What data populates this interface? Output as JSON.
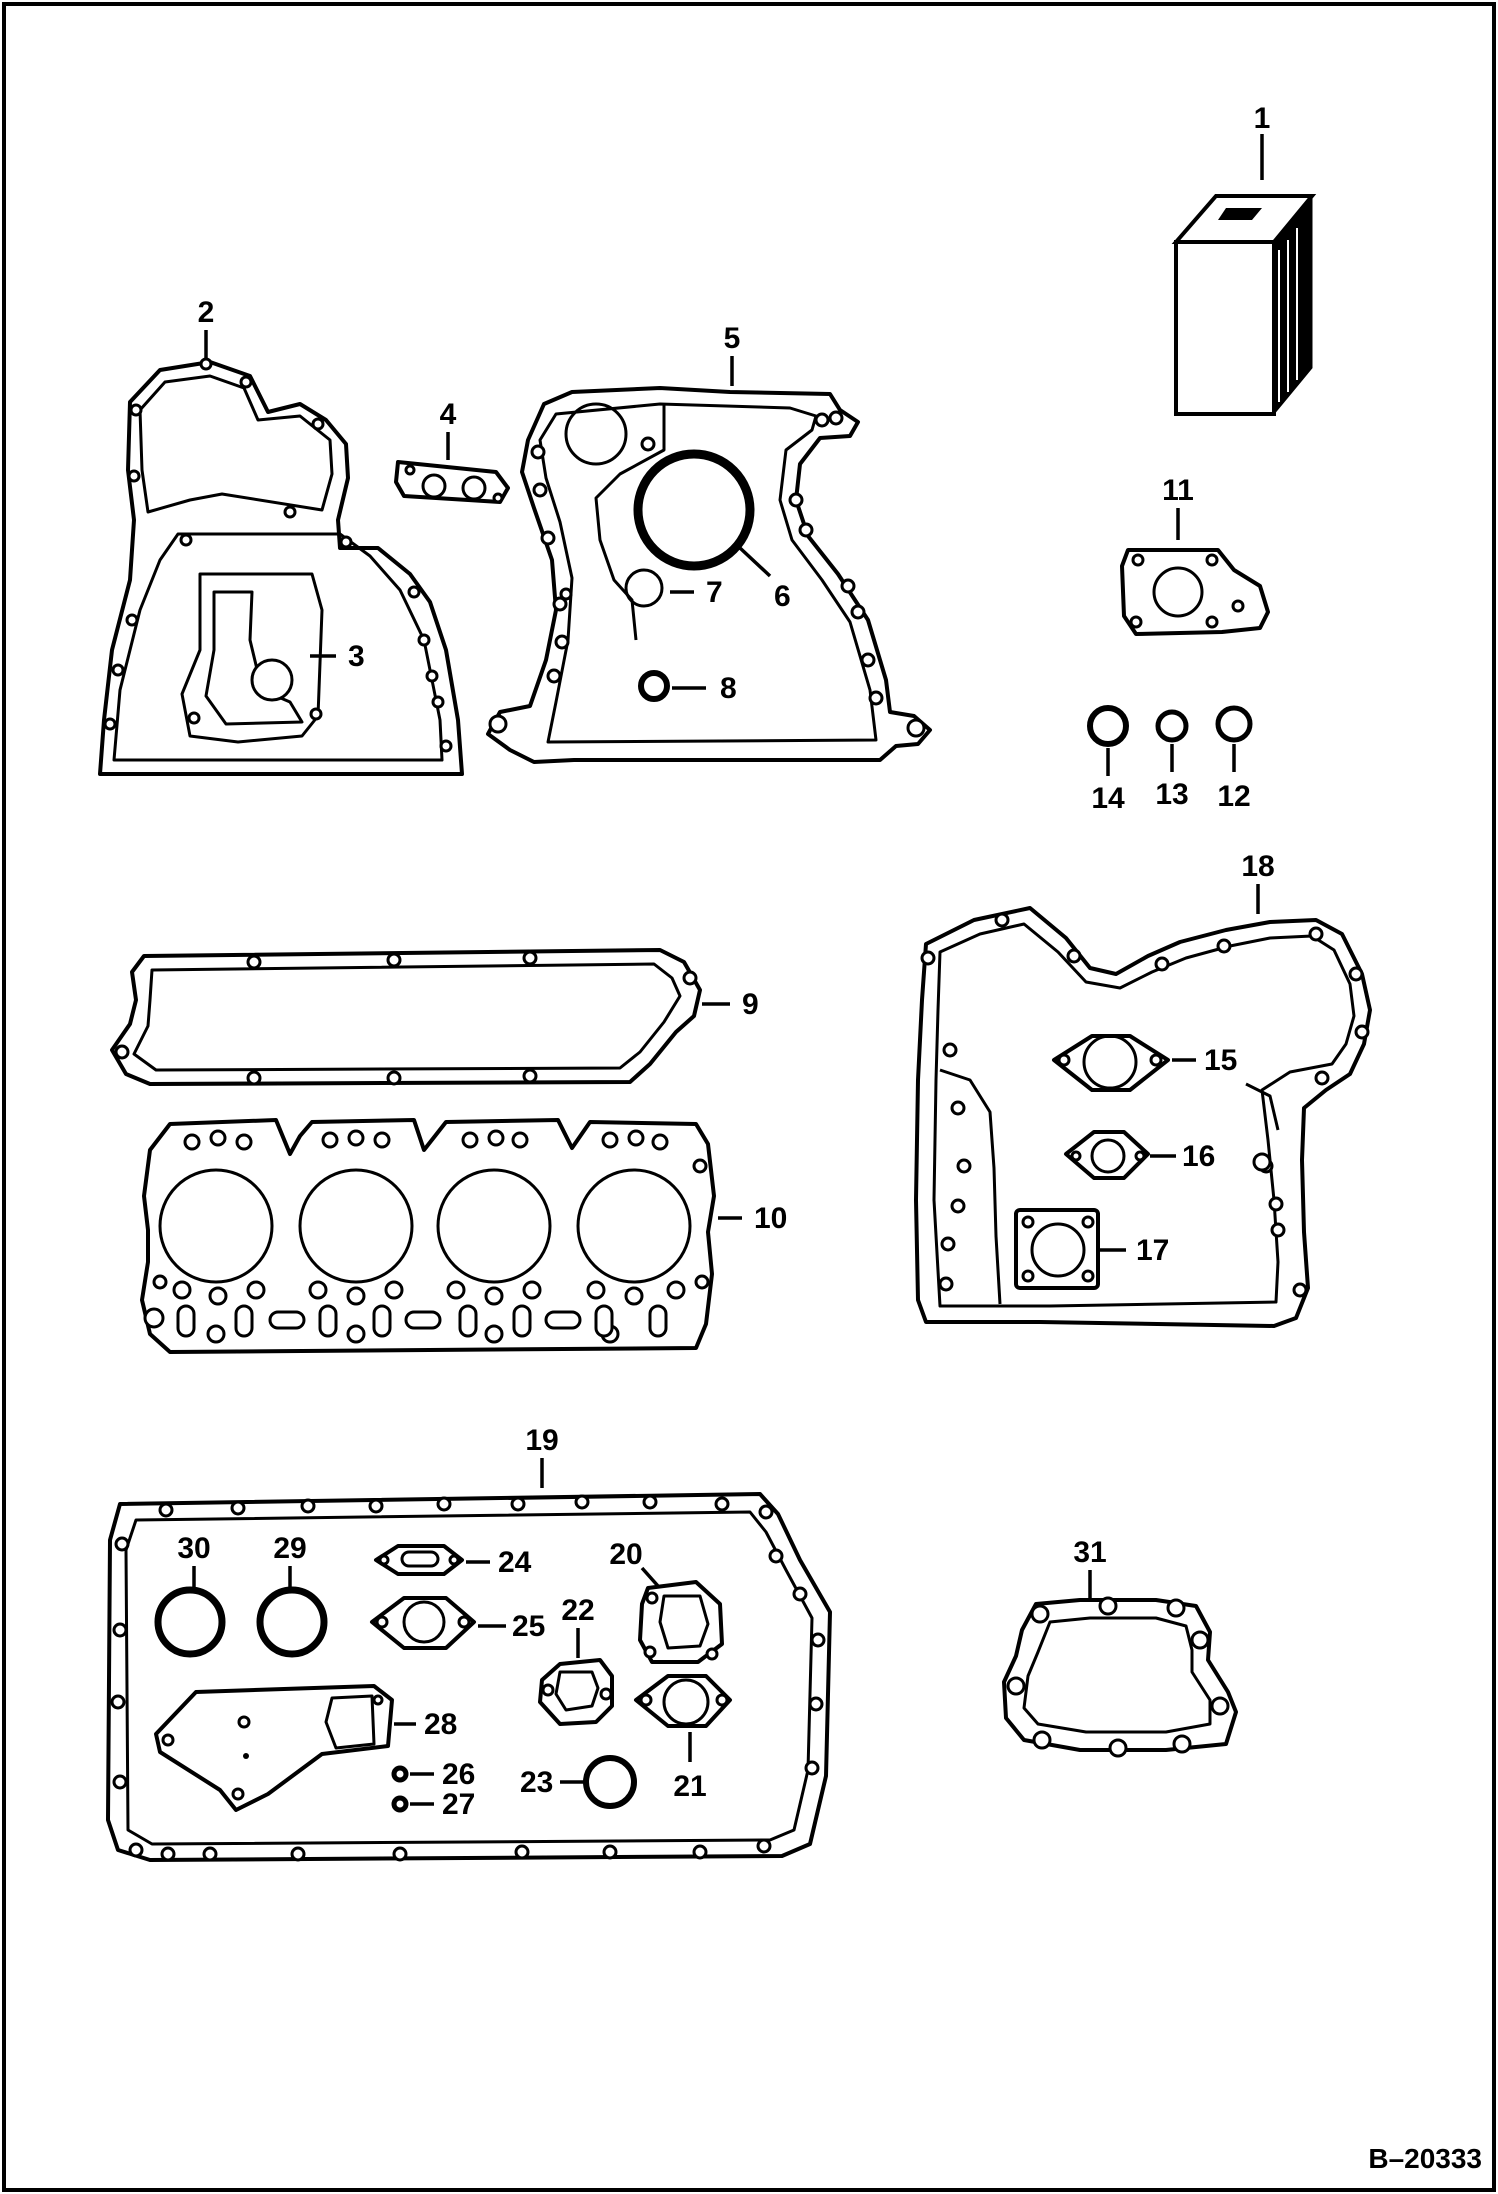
{
  "diagram": {
    "reference_code": "B–20333",
    "callouts": {
      "c1": "1",
      "c2": "2",
      "c3": "3",
      "c4": "4",
      "c5": "5",
      "c6": "6",
      "c7": "7",
      "c8": "8",
      "c9": "9",
      "c10": "10",
      "c11": "11",
      "c12": "12",
      "c13": "13",
      "c14": "14",
      "c15": "15",
      "c16": "16",
      "c17": "17",
      "c18": "18",
      "c19": "19",
      "c20": "20",
      "c21": "21",
      "c22": "22",
      "c23": "23",
      "c24": "24",
      "c25": "25",
      "c26": "26",
      "c27": "27",
      "c28": "28",
      "c29": "29",
      "c30": "30",
      "c31": "31"
    }
  }
}
